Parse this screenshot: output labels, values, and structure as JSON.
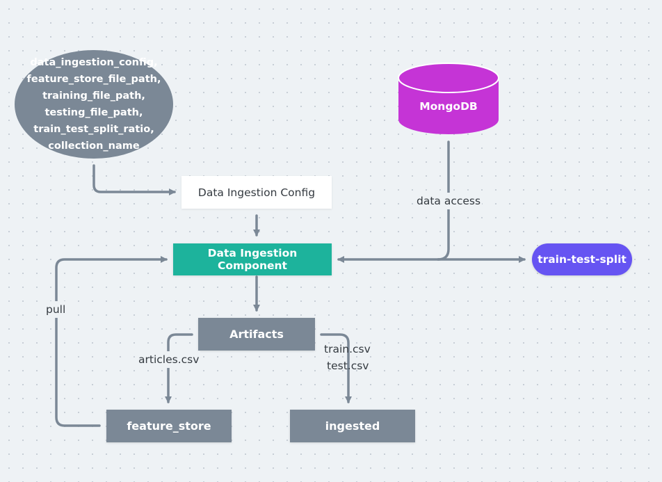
{
  "diagram": {
    "config_params": {
      "lines": [
        "data_ingestion_config,",
        "feature_store_file_path,",
        "training_file_path,",
        "testing_file_path,",
        "train_test_split_ratio,",
        "collection_name"
      ]
    },
    "nodes": {
      "mongodb": "MongoDB",
      "data_ingestion_config": "Data Ingestion Config",
      "data_ingestion_component": "Data Ingestion Component",
      "train_test_split": "train-test-split",
      "artifacts": "Artifacts",
      "feature_store": "feature_store",
      "ingested": "ingested"
    },
    "edge_labels": {
      "data_access": "data access",
      "pull": "pull",
      "articles_csv": "articles.csv",
      "train_csv": "train.csv",
      "test_csv": "test.csv"
    },
    "colors": {
      "gray_node": "#7b8896",
      "teal_node": "#1db39c",
      "purple_pill": "#6654f2",
      "magenta_db": "#c534d6",
      "edge": "#7b8896"
    }
  }
}
